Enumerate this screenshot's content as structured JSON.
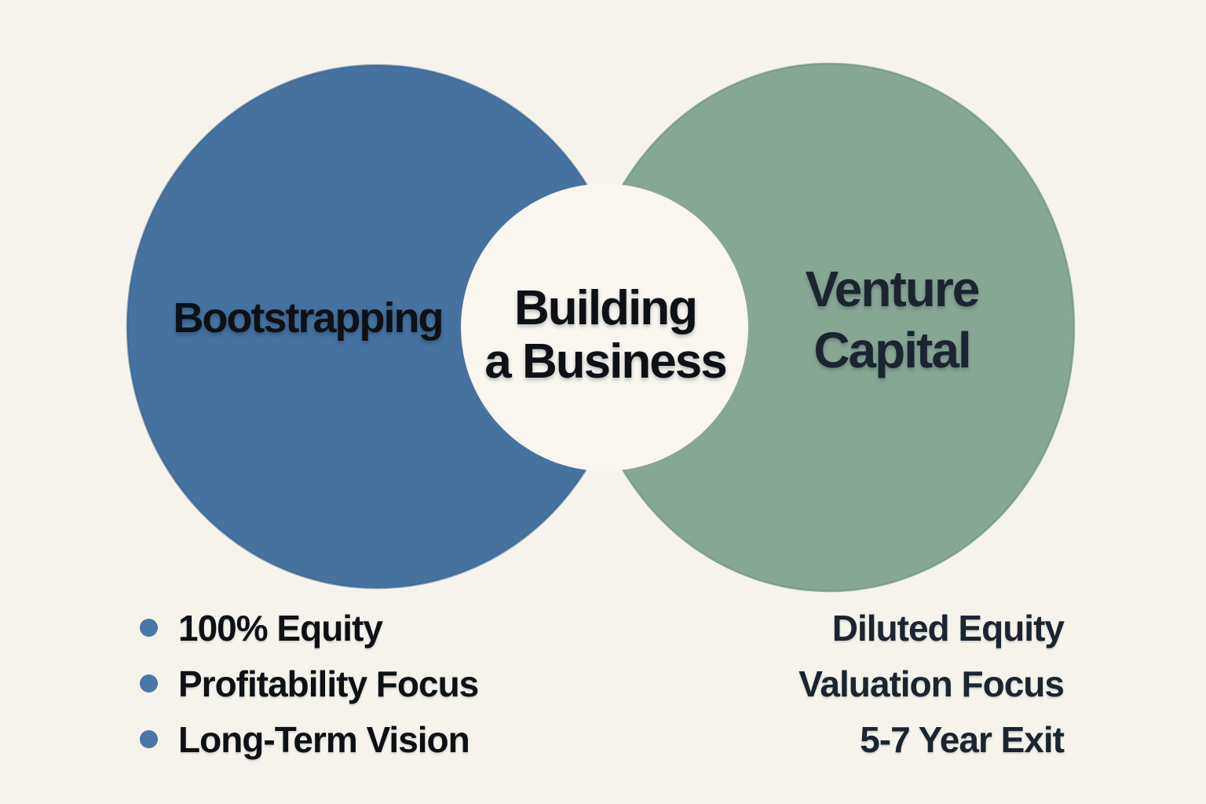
{
  "theme": {
    "background": "#f5f3eb",
    "left-circle": "#4672a0",
    "left-circle-edge": "#2d5a8a",
    "right-circle": "#87a795",
    "right-circle-edge": "#5f8a75",
    "overlap-fill": "#f8f6ef",
    "bullet-dot": "#4a77a6",
    "ink-black": "#0d1116",
    "ink-navy": "#1b2530"
  },
  "diagram": {
    "left_circle": {
      "label": "Bootstrapping",
      "items": [
        "100% Equity",
        "Profitability Focus",
        "Long-Term Vision"
      ]
    },
    "center_overlap": {
      "label_line1": "Building",
      "label_line2": "a Business"
    },
    "right_circle": {
      "label_line1": "Venture",
      "label_line2": "Capital",
      "items": [
        "Diluted Equity",
        "Valuation Focus",
        "5-7 Year Exit"
      ]
    }
  }
}
